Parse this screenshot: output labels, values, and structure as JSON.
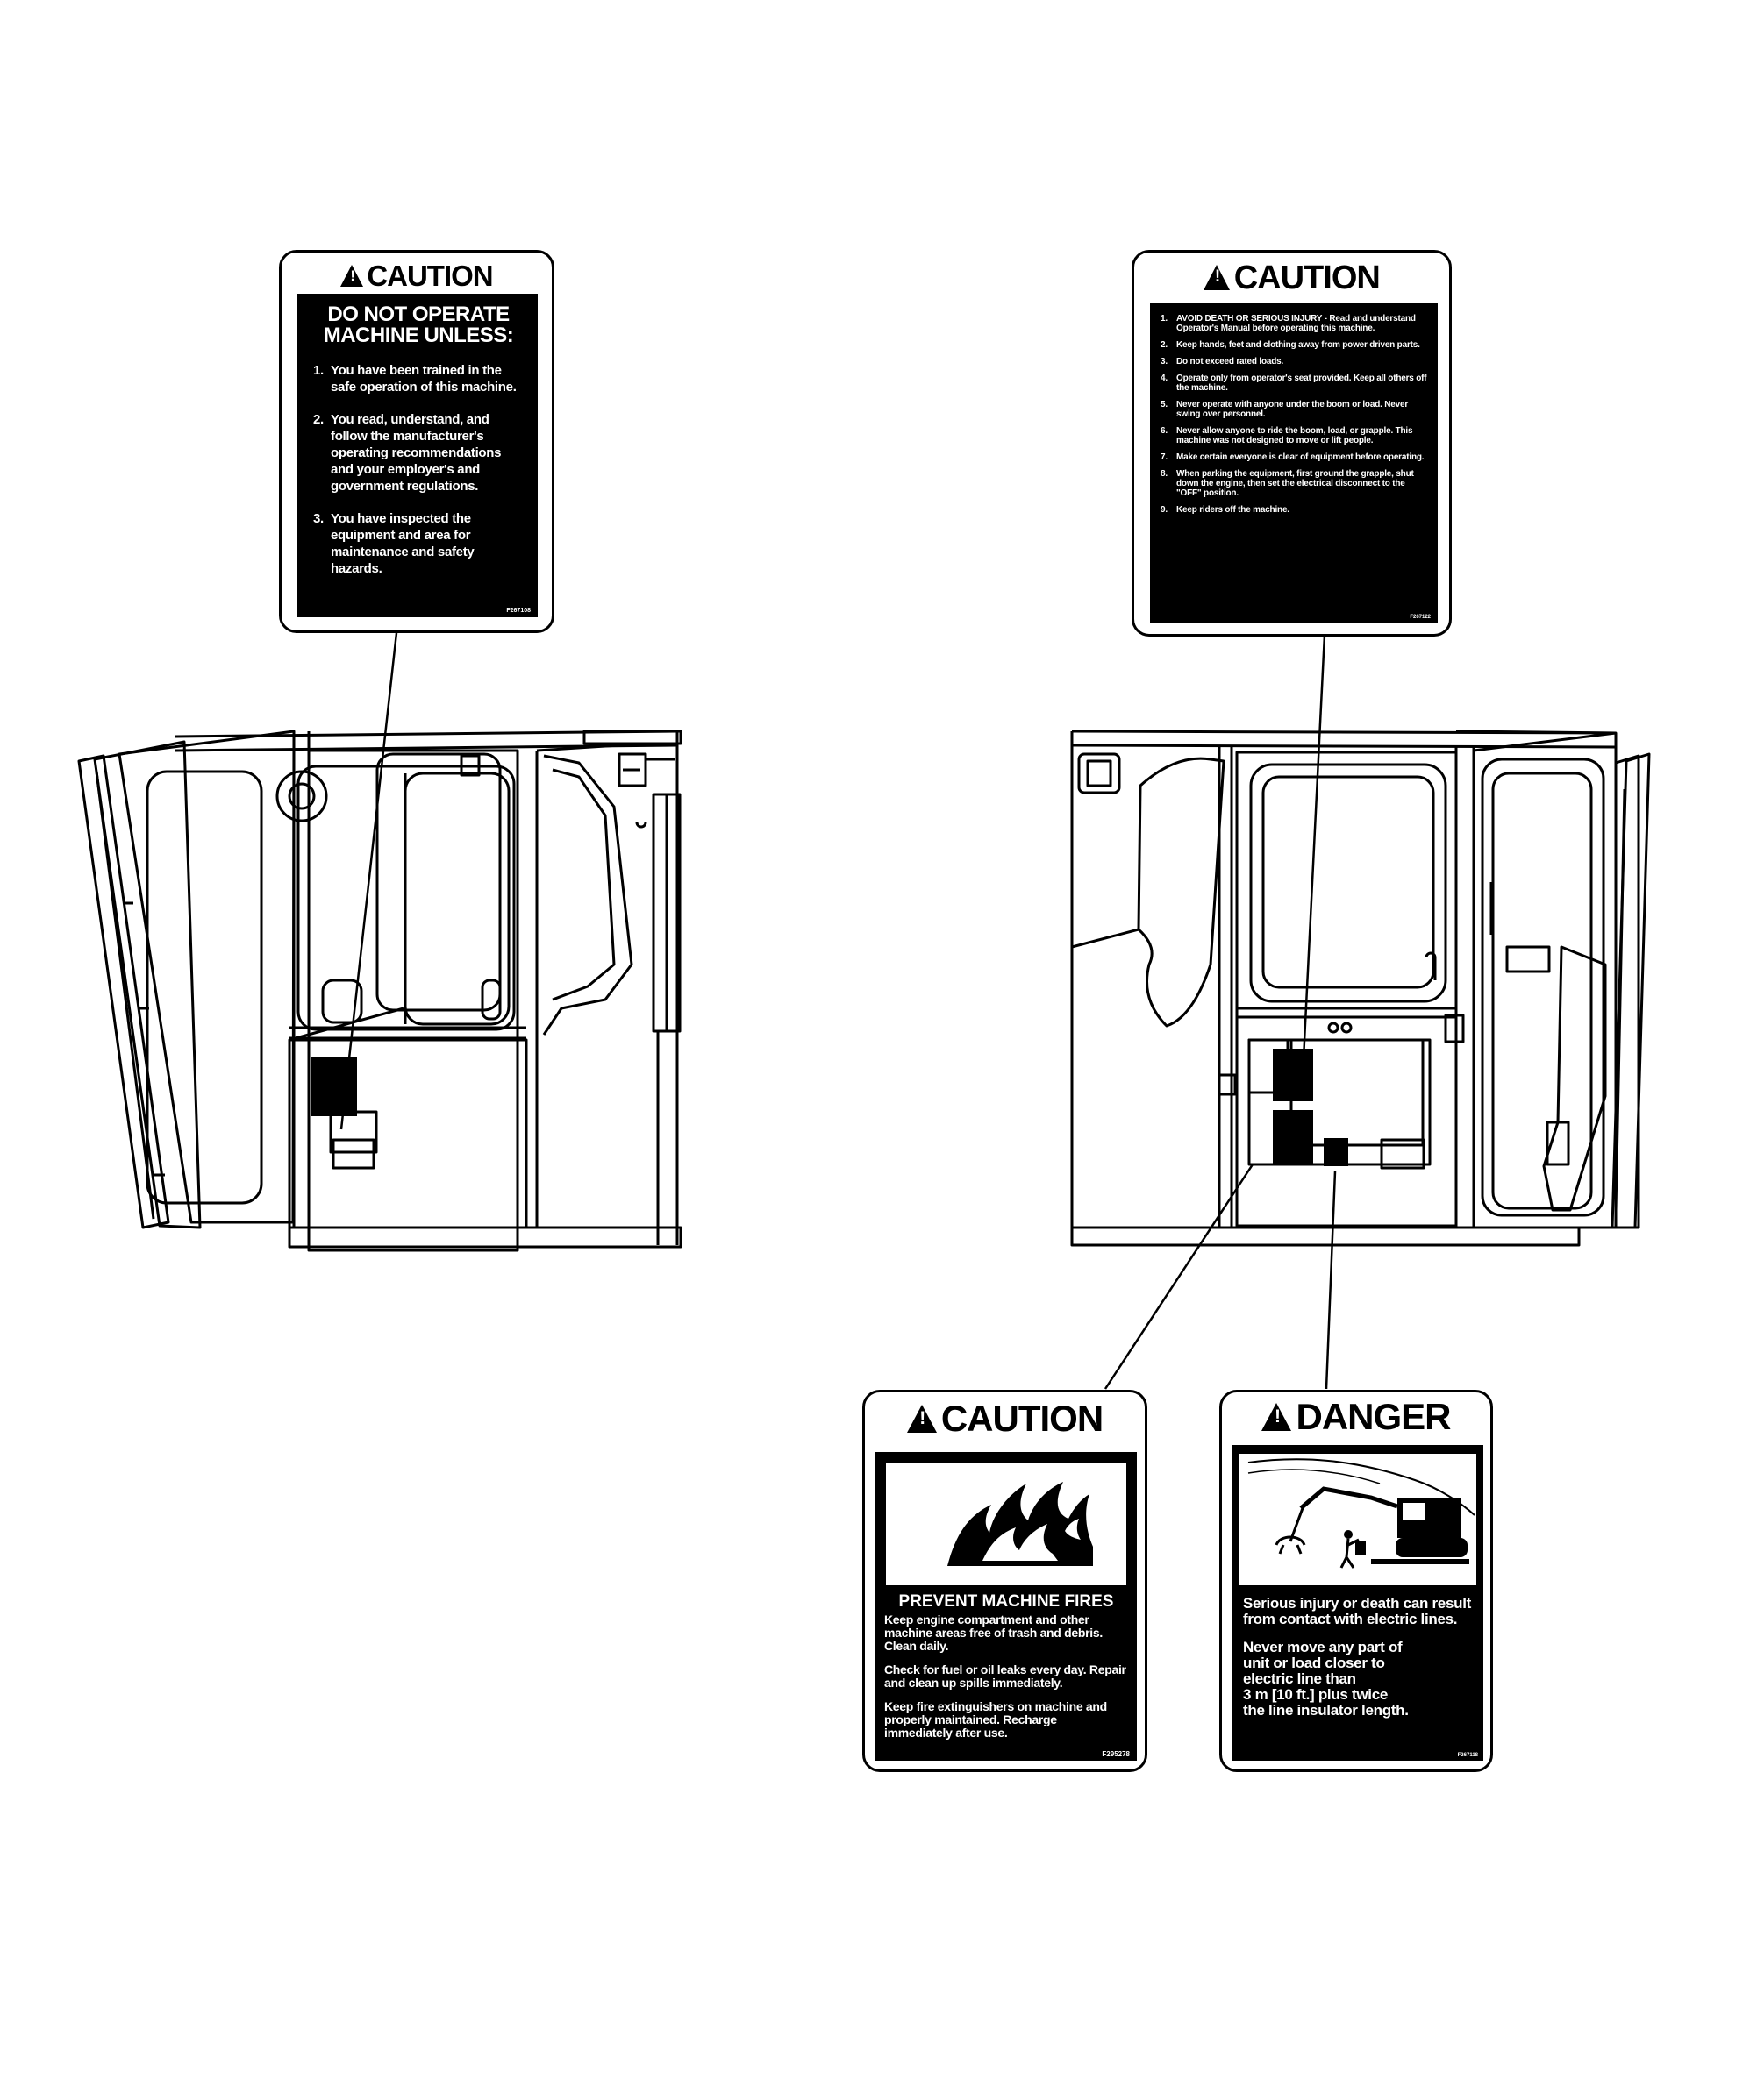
{
  "decal_tl": {
    "header": "CAUTION",
    "title_l1": "DO NOT OPERATE",
    "title_l2": "MACHINE UNLESS:",
    "items": [
      {
        "num": "1.",
        "text": "You have been trained in the safe operation of this machine."
      },
      {
        "num": "2.",
        "text": "You read, understand, and follow the manufacturer's operating recommendations and your employer's and government regulations."
      },
      {
        "num": "3.",
        "text": "You have inspected the equipment and area for maintenance and safety hazards."
      }
    ],
    "code": "F267108"
  },
  "decal_tr": {
    "header": "CAUTION",
    "items": [
      {
        "num": "1.",
        "text": "AVOID DEATH OR SERIOUS INJURY - Read and understand Operator's Manual before operating this machine."
      },
      {
        "num": "2.",
        "text": "Keep hands, feet and clothing away from power driven parts."
      },
      {
        "num": "3.",
        "text": "Do not exceed rated loads."
      },
      {
        "num": "4.",
        "text": "Operate only from operator's seat provided. Keep all others off the machine."
      },
      {
        "num": "5.",
        "text": "Never operate with anyone under the boom or load. Never swing over personnel."
      },
      {
        "num": "6.",
        "text": "Never allow anyone to ride the boom, load, or grapple. This machine was not designed to move or lift people."
      },
      {
        "num": "7.",
        "text": "Make certain everyone is clear of equipment before operating."
      },
      {
        "num": "8.",
        "text": "When parking the equipment, first ground the grapple, shut down the engine, then set the electrical disconnect to the \"OFF\" position."
      },
      {
        "num": "9.",
        "text": "Keep riders off the machine."
      }
    ],
    "code": "F267122"
  },
  "decal_fire": {
    "header": "CAUTION",
    "title": "PREVENT MACHINE FIRES",
    "paragraphs": [
      "Keep engine compartment and other machine areas free of trash and debris. Clean daily.",
      "Check for fuel or oil leaks every day. Repair and clean up spills immediately.",
      "Keep fire extinguishers on machine and properly maintained. Recharge immediately after use."
    ],
    "code": "F295278"
  },
  "decal_danger": {
    "header": "DANGER",
    "para1": "Serious injury or death can result from contact with electric lines.",
    "para2_lines": [
      "Never move any part of",
      "unit or load closer to",
      "electric line than",
      "3 m [10 ft.] plus twice",
      "the line insulator length."
    ],
    "code": "F267118"
  }
}
